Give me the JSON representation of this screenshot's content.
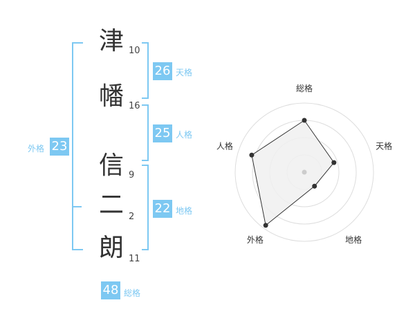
{
  "accent_color": "#7dc8f2",
  "name": {
    "chars": [
      {
        "char": "津",
        "strokes": "10"
      },
      {
        "char": "幡",
        "strokes": "16"
      },
      {
        "char": "信",
        "strokes": "9"
      },
      {
        "char": "二",
        "strokes": "2"
      },
      {
        "char": "朗",
        "strokes": "11"
      }
    ]
  },
  "fortunes": {
    "tenkaku": {
      "value": "26",
      "label": "天格"
    },
    "jinkaku": {
      "value": "25",
      "label": "人格"
    },
    "chikaku": {
      "value": "22",
      "label": "地格"
    },
    "gaikaku": {
      "value": "23",
      "label": "外格"
    },
    "soukaku": {
      "value": "48",
      "label": "総格"
    }
  },
  "chart_data": {
    "type": "radar",
    "axes": [
      "総格",
      "天格",
      "地格",
      "外格",
      "人格"
    ],
    "values": [
      0.75,
      0.45,
      0.25,
      0.95,
      0.8
    ],
    "max": 1,
    "rings": 4,
    "fill_color": "#f0f0f0",
    "line_color": "#333333",
    "ring_color": "#dddddd"
  }
}
